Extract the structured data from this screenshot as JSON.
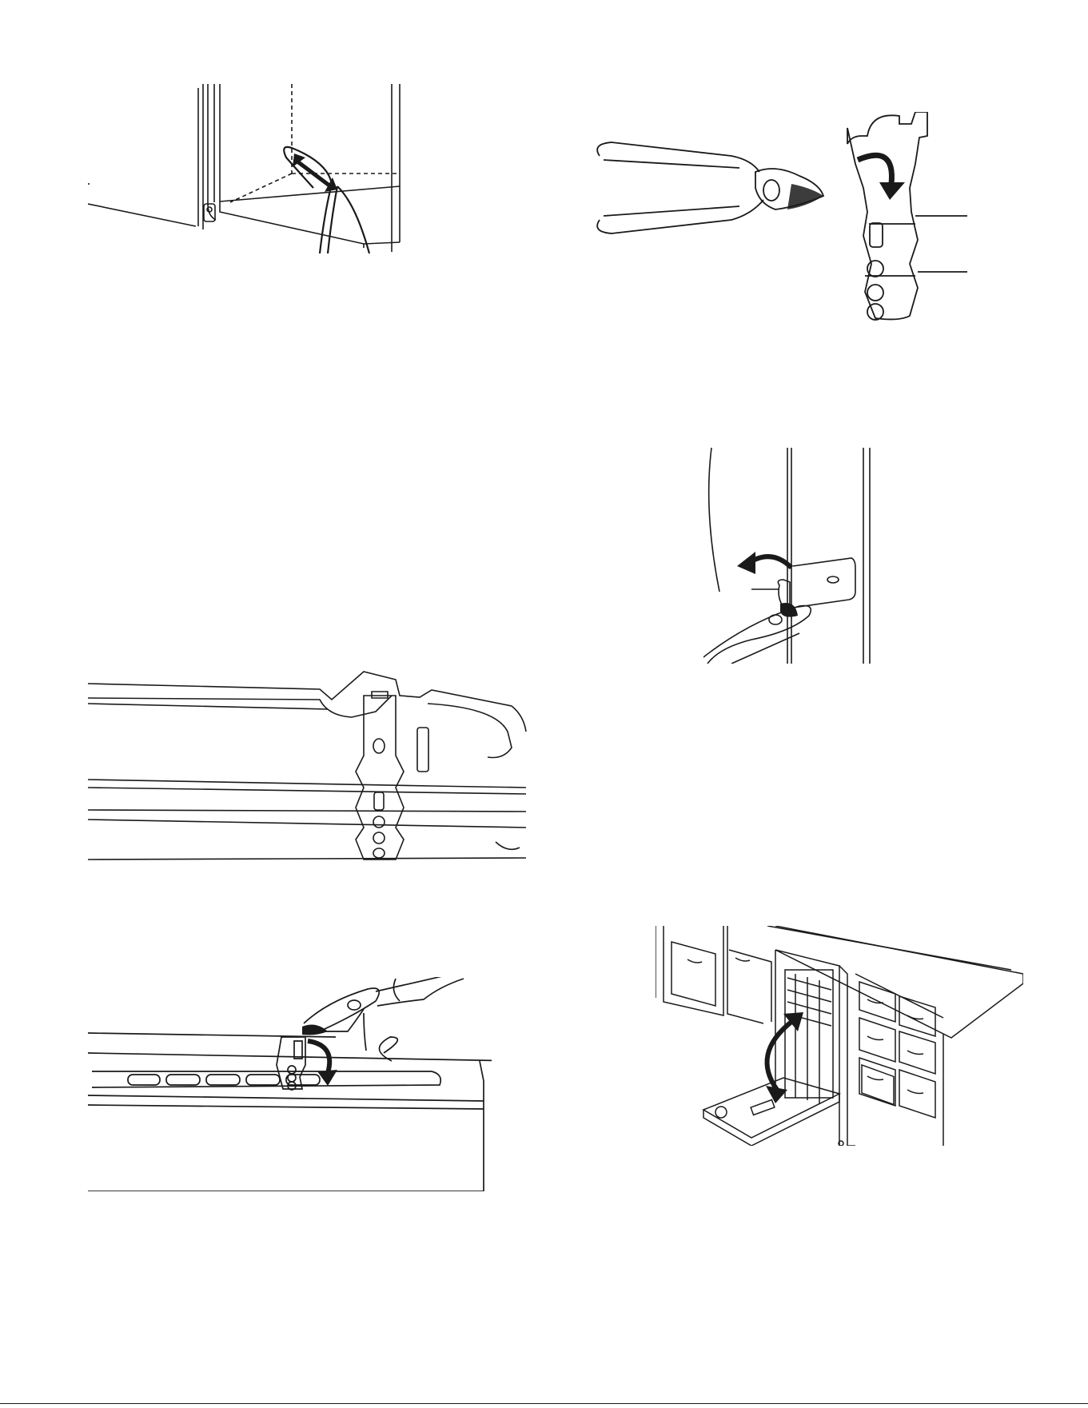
{
  "page": {
    "background": "#ffffff",
    "ink": "#1a1a1a"
  },
  "figures": [
    {
      "id": "power-cord-routing",
      "icon": "arrow-icon"
    },
    {
      "id": "pliers-bracket-tab",
      "icon": "curved-arrow-icon"
    },
    {
      "id": "bracket-mounting-side",
      "icon": "curved-arrow-icon"
    },
    {
      "id": "bracket-on-panel-top",
      "icon": "none"
    },
    {
      "id": "pliers-bending-bracket-top",
      "icon": "curved-arrow-icon"
    },
    {
      "id": "dishwasher-door-open",
      "icon": "curved-arrow-icon"
    }
  ]
}
